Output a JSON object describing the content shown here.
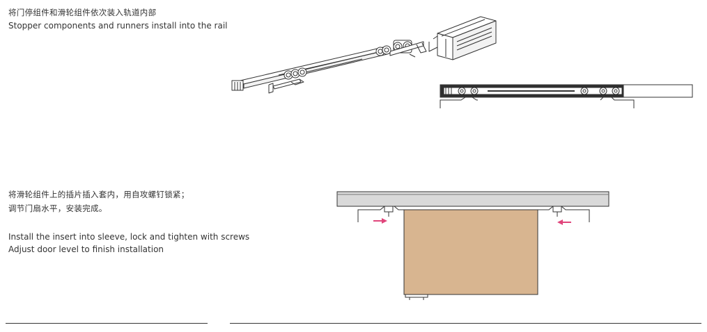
{
  "step1": {
    "text_zh": "将门停组件和滑轮组件依次装入轨道内部",
    "text_en": "Stopper components and runners install into the rail"
  },
  "step2": {
    "text_zh_line1": "将滑轮组件上的插片插入套内，用自攻螺钉锁紧；",
    "text_zh_line2": "调节门扇水平，安装完成。",
    "text_en_line1": "Install the insert into sleeve, lock and tighten with screws",
    "text_en_line2": "Adjust door level to finish installation"
  },
  "colors": {
    "line": "#333333",
    "rail_fill": "#d9d9d9",
    "door_fill": "#d8b590",
    "arrow": "#e0457b"
  }
}
